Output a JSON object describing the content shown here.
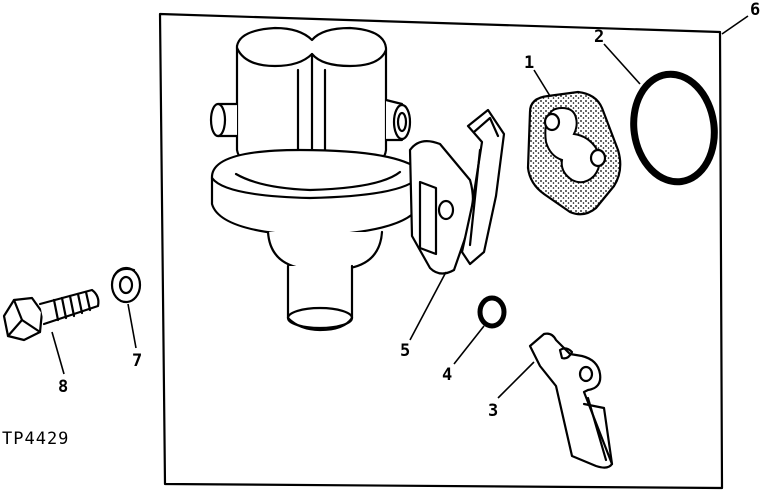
{
  "figure_id": "TP4429",
  "callouts": {
    "c1": "1",
    "c2": "2",
    "c3": "3",
    "c4": "4",
    "c5": "5",
    "c6": "6",
    "c7": "7",
    "c8": "8"
  },
  "colors": {
    "ink": "#000000",
    "paper": "#ffffff",
    "gasket_fill": "#9a9a9a"
  }
}
